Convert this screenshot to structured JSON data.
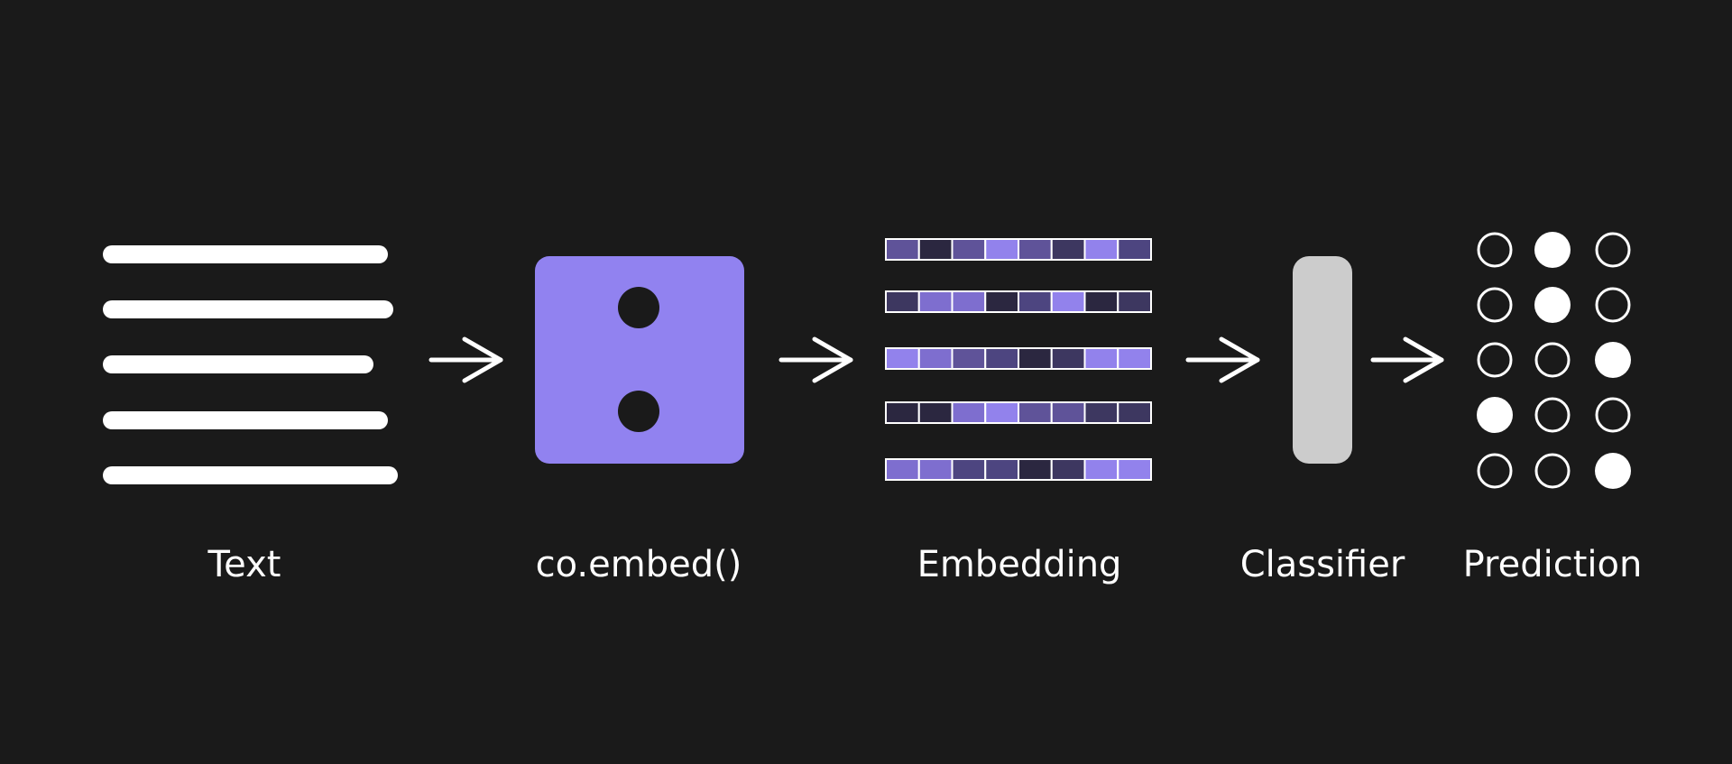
{
  "stages": {
    "text": {
      "label": "Text"
    },
    "embed": {
      "label": "co.embed()"
    },
    "embedding": {
      "label": "Embedding"
    },
    "classifier": {
      "label": "Classifier"
    },
    "prediction": {
      "label": "Prediction"
    }
  },
  "embedding_rows": [
    [
      "#5f5399",
      "#2b2740",
      "#5f5399",
      "#9282ec",
      "#5f5399",
      "#3d3760",
      "#9282ec",
      "#4d4580"
    ],
    [
      "#3d3760",
      "#7e6ecf",
      "#7e6ecf",
      "#2b2740",
      "#4d4580",
      "#9282ec",
      "#2b2740",
      "#3d3760"
    ],
    [
      "#9282ec",
      "#7e6ecf",
      "#5f5399",
      "#4d4580",
      "#2b2740",
      "#3d3760",
      "#9282ec",
      "#9282ec"
    ],
    [
      "#2b2740",
      "#2b2740",
      "#7e6ecf",
      "#9282ec",
      "#5f5399",
      "#5f5399",
      "#3d3760",
      "#3d3760"
    ],
    [
      "#7e6ecf",
      "#7e6ecf",
      "#4d4580",
      "#4d4580",
      "#2b2740",
      "#3d3760",
      "#9282ec",
      "#9282ec"
    ]
  ],
  "prediction_grid": [
    [
      false,
      true,
      false
    ],
    [
      false,
      true,
      false
    ],
    [
      false,
      false,
      true
    ],
    [
      true,
      false,
      false
    ],
    [
      false,
      false,
      true
    ]
  ],
  "colors": {
    "background": "#1a1a1a",
    "accent": "#9182f0",
    "foreground": "#ffffff",
    "classifier": "#cccccc"
  }
}
